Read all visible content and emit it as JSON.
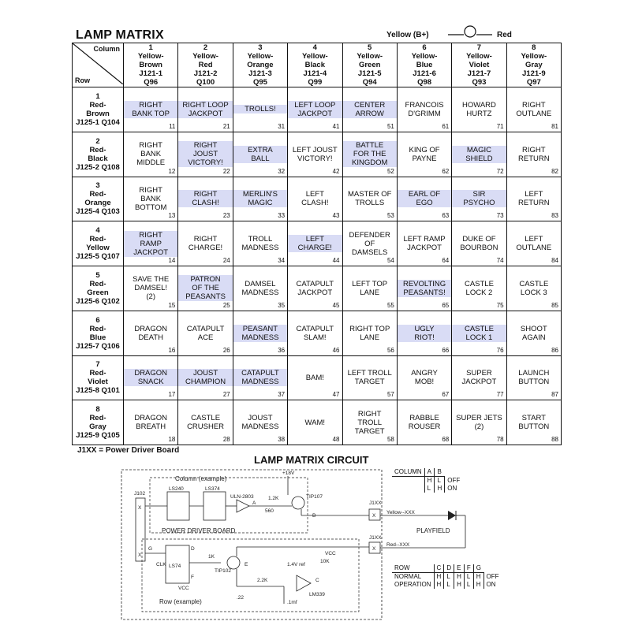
{
  "title": "LAMP MATRIX",
  "legend": {
    "left": "Yellow (B+)",
    "right": "Red"
  },
  "corner": {
    "column": "Column",
    "row": "Row"
  },
  "columns": [
    {
      "n": "1",
      "c1": "Yellow-",
      "c2": "Brown",
      "j": "J121-1",
      "q": "Q96"
    },
    {
      "n": "2",
      "c1": "Yellow-",
      "c2": "Red",
      "j": "J121-2",
      "q": "Q100"
    },
    {
      "n": "3",
      "c1": "Yellow-",
      "c2": "Orange",
      "j": "J121-3",
      "q": "Q95"
    },
    {
      "n": "4",
      "c1": "Yellow-",
      "c2": "Black",
      "j": "J121-4",
      "q": "Q99"
    },
    {
      "n": "5",
      "c1": "Yellow-",
      "c2": "Green",
      "j": "J121-5",
      "q": "Q94"
    },
    {
      "n": "6",
      "c1": "Yellow-",
      "c2": "Blue",
      "j": "J121-6",
      "q": "Q98"
    },
    {
      "n": "7",
      "c1": "Yellow-",
      "c2": "Violet",
      "j": "J121-7",
      "q": "Q93"
    },
    {
      "n": "8",
      "c1": "Yellow-",
      "c2": "Gray",
      "j": "J121-9",
      "q": "Q97"
    }
  ],
  "rows": [
    {
      "n": "1",
      "c1": "Red-",
      "c2": "Brown",
      "jq": "J125-1 Q104",
      "cells": [
        {
          "l1": "RIGHT",
          "l2": "BANK TOP",
          "l3": "",
          "num": "11",
          "hl": true
        },
        {
          "l1": "RIGHT LOOP",
          "l2": "JACKPOT",
          "l3": "",
          "num": "21",
          "hl": true
        },
        {
          "l1": "TROLLS!",
          "l2": "",
          "l3": "",
          "num": "31",
          "hl": true
        },
        {
          "l1": "LEFT LOOP",
          "l2": "JACKPOT",
          "l3": "",
          "num": "41",
          "hl": true
        },
        {
          "l1": "CENTER",
          "l2": "ARROW",
          "l3": "",
          "num": "51",
          "hl": true
        },
        {
          "l1": "FRANCOIS",
          "l2": "D'GRIMM",
          "l3": "",
          "num": "61",
          "hl": false
        },
        {
          "l1": "HOWARD",
          "l2": "HURTZ",
          "l3": "",
          "num": "71",
          "hl": false
        },
        {
          "l1": "RIGHT",
          "l2": "OUTLANE",
          "l3": "",
          "num": "81",
          "hl": false
        }
      ]
    },
    {
      "n": "2",
      "c1": "Red-",
      "c2": "Black",
      "jq": "J125-2 Q108",
      "cells": [
        {
          "l1": "RIGHT",
          "l2": "BANK",
          "l3": "MIDDLE",
          "num": "12",
          "hl": false
        },
        {
          "l1": "RIGHT",
          "l2": "JOUST",
          "l3": "VICTORY!",
          "num": "22",
          "hl": true
        },
        {
          "l1": "EXTRA",
          "l2": "BALL",
          "l3": "",
          "num": "32",
          "hl": true
        },
        {
          "l1": "LEFT JOUST",
          "l2": "VICTORY!",
          "l3": "",
          "num": "42",
          "hl": false
        },
        {
          "l1": "BATTLE",
          "l2": "FOR THE",
          "l3": "KINGDOM",
          "num": "52",
          "hl": true
        },
        {
          "l1": "KING OF",
          "l2": "PAYNE",
          "l3": "",
          "num": "62",
          "hl": false
        },
        {
          "l1": "MAGIC",
          "l2": "SHIELD",
          "l3": "",
          "num": "72",
          "hl": true
        },
        {
          "l1": "RIGHT",
          "l2": "RETURN",
          "l3": "",
          "num": "82",
          "hl": false
        }
      ]
    },
    {
      "n": "3",
      "c1": "Red-",
      "c2": "Orange",
      "jq": "J125-4 Q103",
      "cells": [
        {
          "l1": "RIGHT",
          "l2": "BANK",
          "l3": "BOTTOM",
          "num": "13",
          "hl": false
        },
        {
          "l1": "RIGHT",
          "l2": "CLASH!",
          "l3": "",
          "num": "23",
          "hl": true
        },
        {
          "l1": "MERLIN'S",
          "l2": "MAGIC",
          "l3": "",
          "num": "33",
          "hl": true
        },
        {
          "l1": "LEFT",
          "l2": "CLASH!",
          "l3": "",
          "num": "43",
          "hl": false
        },
        {
          "l1": "MASTER OF",
          "l2": "TROLLS",
          "l3": "",
          "num": "53",
          "hl": false
        },
        {
          "l1": "EARL OF",
          "l2": "EGO",
          "l3": "",
          "num": "63",
          "hl": true
        },
        {
          "l1": "SIR",
          "l2": "PSYCHO",
          "l3": "",
          "num": "73",
          "hl": true
        },
        {
          "l1": "LEFT",
          "l2": "RETURN",
          "l3": "",
          "num": "83",
          "hl": false
        }
      ]
    },
    {
      "n": "4",
      "c1": "Red-",
      "c2": "Yellow",
      "jq": "J125-5 Q107",
      "cells": [
        {
          "l1": "RIGHT",
          "l2": "RAMP",
          "l3": "JACKPOT",
          "num": "14",
          "hl": true
        },
        {
          "l1": "RIGHT",
          "l2": "CHARGE!",
          "l3": "",
          "num": "24",
          "hl": false
        },
        {
          "l1": "TROLL",
          "l2": "MADNESS",
          "l3": "",
          "num": "34",
          "hl": false
        },
        {
          "l1": "LEFT",
          "l2": "CHARGE!",
          "l3": "",
          "num": "44",
          "hl": true
        },
        {
          "l1": "DEFENDER",
          "l2": "OF",
          "l3": "DAMSELS",
          "num": "54",
          "hl": false
        },
        {
          "l1": "LEFT RAMP",
          "l2": "JACKPOT",
          "l3": "",
          "num": "64",
          "hl": false
        },
        {
          "l1": "DUKE OF",
          "l2": "BOURBON",
          "l3": "",
          "num": "74",
          "hl": false
        },
        {
          "l1": "LEFT",
          "l2": "OUTLANE",
          "l3": "",
          "num": "84",
          "hl": false
        }
      ]
    },
    {
      "n": "5",
      "c1": "Red-",
      "c2": "Green",
      "jq": "J125-6 Q102",
      "cells": [
        {
          "l1": "SAVE THE",
          "l2": "DAMSEL!",
          "l3": "(2)",
          "num": "15",
          "hl": false
        },
        {
          "l1": "PATRON",
          "l2": "OF THE",
          "l3": "PEASANTS",
          "num": "25",
          "hl": true
        },
        {
          "l1": "DAMSEL",
          "l2": "MADNESS",
          "l3": "",
          "num": "35",
          "hl": false
        },
        {
          "l1": "CATAPULT",
          "l2": "JACKPOT",
          "l3": "",
          "num": "45",
          "hl": false
        },
        {
          "l1": "LEFT TOP",
          "l2": "LANE",
          "l3": "",
          "num": "55",
          "hl": false
        },
        {
          "l1": "REVOLTING",
          "l2": "PEASANTS!",
          "l3": "",
          "num": "65",
          "hl": true
        },
        {
          "l1": "CASTLE",
          "l2": "LOCK 2",
          "l3": "",
          "num": "75",
          "hl": false
        },
        {
          "l1": "CASTLE",
          "l2": "LOCK 3",
          "l3": "",
          "num": "85",
          "hl": false
        }
      ]
    },
    {
      "n": "6",
      "c1": "Red-",
      "c2": "Blue",
      "jq": "J125-7 Q106",
      "cells": [
        {
          "l1": "DRAGON",
          "l2": "DEATH",
          "l3": "",
          "num": "16",
          "hl": false
        },
        {
          "l1": "CATAPULT",
          "l2": "ACE",
          "l3": "",
          "num": "26",
          "hl": false
        },
        {
          "l1": "PEASANT",
          "l2": "MADNESS",
          "l3": "",
          "num": "36",
          "hl": true
        },
        {
          "l1": "CATAPULT",
          "l2": "SLAM!",
          "l3": "",
          "num": "46",
          "hl": false
        },
        {
          "l1": "RIGHT TOP",
          "l2": "LANE",
          "l3": "",
          "num": "56",
          "hl": false
        },
        {
          "l1": "UGLY",
          "l2": "RIOT!",
          "l3": "",
          "num": "66",
          "hl": true
        },
        {
          "l1": "CASTLE",
          "l2": "LOCK 1",
          "l3": "",
          "num": "76",
          "hl": true
        },
        {
          "l1": "SHOOT",
          "l2": "AGAIN",
          "l3": "",
          "num": "86",
          "hl": false
        }
      ]
    },
    {
      "n": "7",
      "c1": "Red-",
      "c2": "Violet",
      "jq": "J125-8 Q101",
      "cells": [
        {
          "l1": "DRAGON",
          "l2": "SNACK",
          "l3": "",
          "num": "17",
          "hl": true
        },
        {
          "l1": "JOUST",
          "l2": "CHAMPION",
          "l3": "",
          "num": "27",
          "hl": true
        },
        {
          "l1": "CATAPULT",
          "l2": "MADNESS",
          "l3": "",
          "num": "37",
          "hl": true
        },
        {
          "l1": "BAM!",
          "l2": "",
          "l3": "",
          "num": "47",
          "hl": false
        },
        {
          "l1": "LEFT TROLL",
          "l2": "TARGET",
          "l3": "",
          "num": "57",
          "hl": false
        },
        {
          "l1": "ANGRY",
          "l2": "MOB!",
          "l3": "",
          "num": "67",
          "hl": false
        },
        {
          "l1": "SUPER",
          "l2": "JACKPOT",
          "l3": "",
          "num": "77",
          "hl": false
        },
        {
          "l1": "LAUNCH",
          "l2": "BUTTON",
          "l3": "",
          "num": "87",
          "hl": false
        }
      ]
    },
    {
      "n": "8",
      "c1": "Red-",
      "c2": "Gray",
      "jq": "J125-9 Q105",
      "cells": [
        {
          "l1": "DRAGON",
          "l2": "BREATH",
          "l3": "",
          "num": "18",
          "hl": false
        },
        {
          "l1": "CASTLE",
          "l2": "CRUSHER",
          "l3": "",
          "num": "28",
          "hl": false
        },
        {
          "l1": "JOUST",
          "l2": "MADNESS",
          "l3": "",
          "num": "38",
          "hl": false
        },
        {
          "l1": "WAM!",
          "l2": "",
          "l3": "",
          "num": "48",
          "hl": false
        },
        {
          "l1": "RIGHT",
          "l2": "TROLL",
          "l3": "TARGET",
          "num": "58",
          "hl": false
        },
        {
          "l1": "RABBLE",
          "l2": "ROUSER",
          "l3": "",
          "num": "68",
          "hl": false
        },
        {
          "l1": "SUPER JETS",
          "l2": "(2)",
          "l3": "",
          "num": "78",
          "hl": false
        },
        {
          "l1": "START",
          "l2": "BUTTON",
          "l3": "",
          "num": "88",
          "hl": false
        }
      ]
    }
  ],
  "footnote": "J1XX = Power Driver Board",
  "circuit": {
    "title": "LAMP MATRIX CIRCUIT",
    "column_example": "Column (example)",
    "row_example": "Row (example)",
    "power_driver_board": "POWER DRIVER BOARD",
    "playfield": "PLAYFIELD",
    "j102": "J102",
    "ls240": "LS240",
    "ls374": "LS374",
    "ls74": "LS74",
    "uln": "ULN-2803",
    "tip107": "TIP107",
    "tip102": "TIP102",
    "lm339": "LM339",
    "v18": "+18V",
    "r12k": "1.2K",
    "r560": "560",
    "r1k": "1K",
    "r22k": "2.2K",
    "r10k": "10K",
    "r22": ".22",
    "cap": ".1mf",
    "ref": "1.4V ref",
    "vcc": "VCC",
    "clk": "CLK",
    "j1xx": "J1XX",
    "yellow_xxx": "Yellow--XXX",
    "red_xxx": "Red--XXX",
    "pinA": "A",
    "pinB": "B",
    "pinC": "C",
    "pinD": "D",
    "pinE": "E",
    "pinF": "F",
    "pinG": "G",
    "pinX": "X",
    "col_table": {
      "label": "COLUMN",
      "head": [
        "A",
        "B"
      ],
      "rows": [
        [
          "H",
          "L",
          "OFF"
        ],
        [
          "L",
          "H",
          "ON"
        ]
      ]
    },
    "row_table": {
      "label": "ROW",
      "head": [
        "C",
        "D",
        "E",
        "F",
        "G"
      ],
      "rows": [
        {
          "name": "NORMAL",
          "vals": [
            "H",
            "L",
            "H",
            "L",
            "H"
          ],
          "state": "OFF"
        },
        {
          "name": "OPERATION",
          "vals": [
            "H",
            "L",
            "H",
            "L",
            "H"
          ],
          "state": "ON"
        }
      ]
    }
  }
}
